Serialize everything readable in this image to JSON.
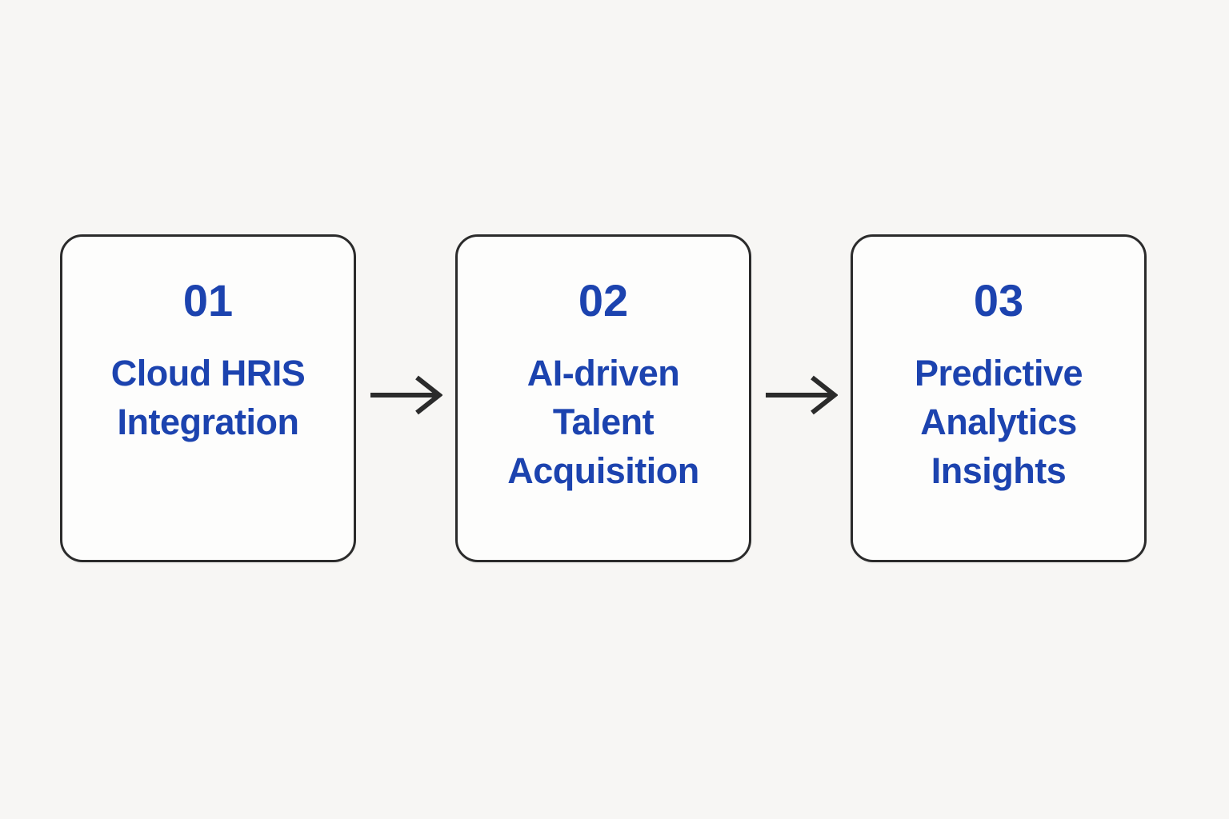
{
  "colors": {
    "accent_blue": "#1c43af",
    "outline_dark": "#2b2b2b",
    "card_background": "#fdfdfc",
    "page_background": "#f7f6f4"
  },
  "flow": {
    "steps": [
      {
        "number": "01",
        "title": "Cloud HRIS\nIntegration"
      },
      {
        "number": "02",
        "title": "AI-driven\nTalent\nAcquisition"
      },
      {
        "number": "03",
        "title": "Predictive\nAnalytics\nInsights"
      }
    ],
    "connector": "arrow-right"
  }
}
